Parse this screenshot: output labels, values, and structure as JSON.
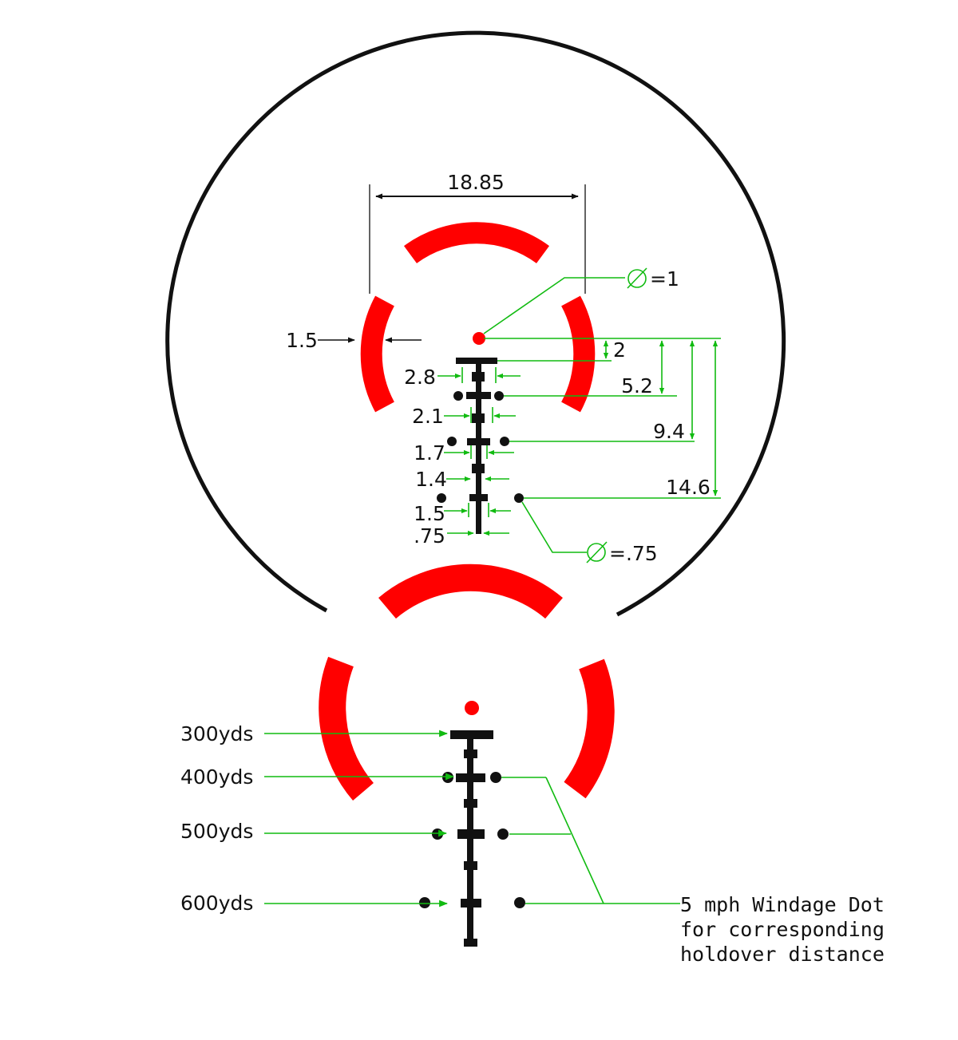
{
  "colors": {
    "reticle_segments": "#ff0000",
    "reticle_marks": "#111111",
    "dimension_lines": "#11bb11",
    "scope_outline": "#111111",
    "background": "#ffffff"
  },
  "dimensions": {
    "ring_width": "18.85",
    "segment_thickness": "1.5",
    "center_dot_diameter": "=1",
    "dot_to_bar_1": "2",
    "dot_to_bar_2": "5.2",
    "dot_to_bar_3": "9.4",
    "dot_to_bar_4": "14.6",
    "bar_width_1": "2.8",
    "bar_width_2": "2.1",
    "bar_width_3": "1.7",
    "bar_width_4": "1.4",
    "bar_width_5": "1.5",
    "stem_width": ".75",
    "windage_dot_diameter": "=.75"
  },
  "holdover": {
    "ranges": [
      "300yds",
      "400yds",
      "500yds",
      "600yds"
    ],
    "windage_note": [
      "5 mph Windage Dot",
      "for corresponding",
      "holdover distance"
    ]
  },
  "icons": {
    "diameter_symbol": "diameter-icon"
  }
}
